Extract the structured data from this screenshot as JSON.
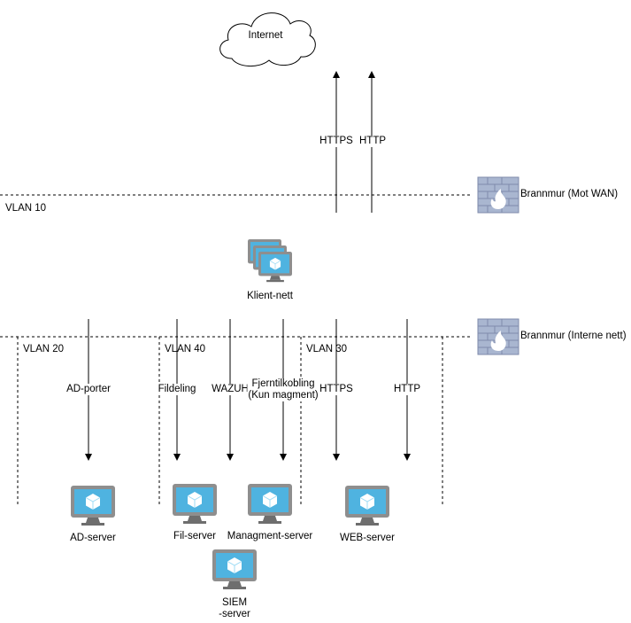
{
  "cloud": {
    "label": "Internet"
  },
  "firewalls": {
    "wan": {
      "label": "Brannmur (Mot WAN)"
    },
    "internal": {
      "label": "Brannmur (Interne nett)"
    }
  },
  "vlans": {
    "v10": "VLAN 10",
    "v20": "VLAN 20",
    "v40": "VLAN 40",
    "v30": "VLAN 30"
  },
  "client_net": {
    "label": "Klient-nett"
  },
  "wan_flows": {
    "https": "HTTPS",
    "http": "HTTP"
  },
  "internal_flows": {
    "ad_ports": "AD-porter",
    "file_sharing": "Fildeling",
    "wazuh": "WAZUH",
    "remote_line1": "Fjerntilkobling",
    "remote_line2": "(Kun magment)",
    "https": "HTTPS",
    "http": "HTTP"
  },
  "servers": {
    "ad": "AD-server",
    "file": "Fil-server",
    "mgmt": "Managment-server",
    "web": "WEB-server",
    "siem_line1": "SIEM",
    "siem_line2": "-server"
  }
}
